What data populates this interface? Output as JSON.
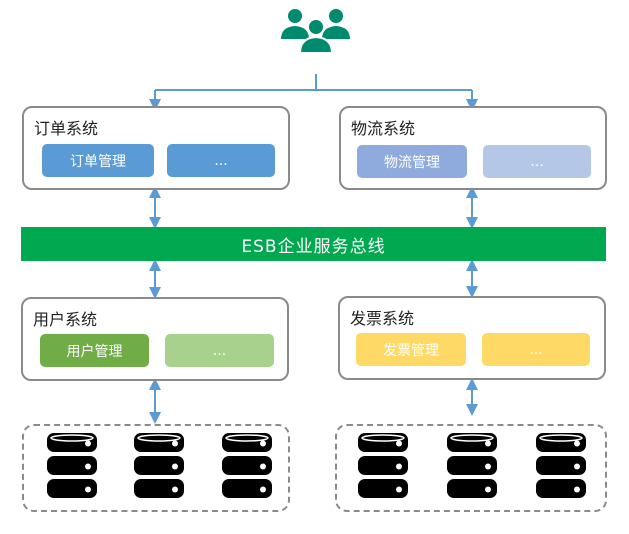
{
  "bus": {
    "label": "ESB企业服务总线",
    "color": "#00a94f"
  },
  "systems": {
    "order": {
      "title": "订单系统",
      "buttons": [
        "订单管理",
        "..."
      ],
      "colors": [
        "#5b9bd5",
        "#5b9bd5"
      ]
    },
    "logistics": {
      "title": "物流系统",
      "buttons": [
        "物流管理",
        "..."
      ],
      "colors": [
        "#8faadc",
        "#b4c7e7"
      ]
    },
    "user": {
      "title": "用户系统",
      "buttons": [
        "用户管理",
        "..."
      ],
      "colors": [
        "#70ad47",
        "#a9d18e"
      ]
    },
    "invoice": {
      "title": "发票系统",
      "buttons": [
        "发票管理",
        "..."
      ],
      "colors": [
        "#ffd966",
        "#ffd966"
      ]
    }
  },
  "users_icon": {
    "name": "users-group-icon",
    "color": "#008a6e"
  },
  "connector_color": "#5b9bd5",
  "database_icon": "database-icon"
}
